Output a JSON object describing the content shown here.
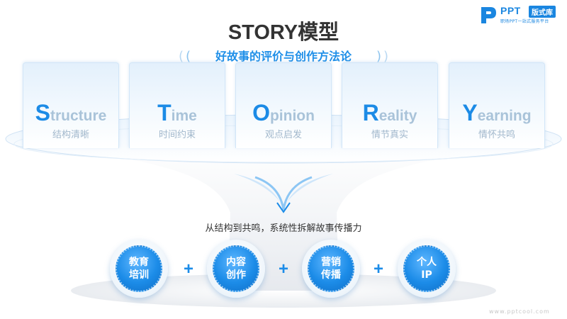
{
  "logo": {
    "brand": "PPT",
    "badge": "版式库",
    "tagline": "职场PPT一站式服务平台"
  },
  "title": "STORY模型",
  "subtitle": "好故事的评价与创作方法论",
  "cards": [
    {
      "initial": "S",
      "rest": "tructure",
      "cn": "结构清晰"
    },
    {
      "initial": "T",
      "rest": "ime",
      "cn": "时间约束"
    },
    {
      "initial": "O",
      "rest": "pinion",
      "cn": "观点启发"
    },
    {
      "initial": "R",
      "rest": "eality",
      "cn": "情节真实"
    },
    {
      "initial": "Y",
      "rest": "earning",
      "cn": "情怀共鸣"
    }
  ],
  "tagline": "从结构到共鸣，系统性拆解故事传播力",
  "circles": [
    {
      "line1": "教育",
      "line2": "培训"
    },
    {
      "line1": "内容",
      "line2": "创作"
    },
    {
      "line1": "营销",
      "line2": "传播"
    },
    {
      "line1": "个人",
      "line2": "IP"
    }
  ],
  "plus_symbol": "+",
  "watermark": "www.pptcool.com",
  "colors": {
    "accent": "#1c8ce8",
    "card_top": "#e3f0fc",
    "muted_text": "#a9c3d9"
  }
}
